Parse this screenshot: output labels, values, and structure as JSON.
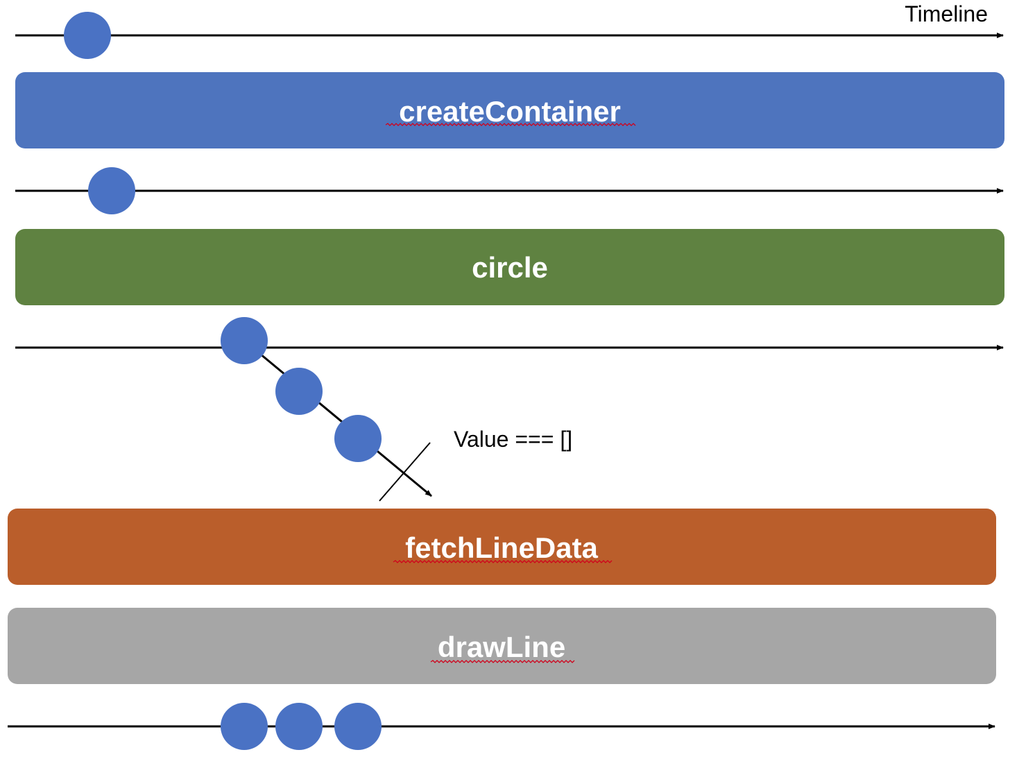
{
  "timeline_label": "Timeline",
  "value_annotation": "Value === []",
  "operators": [
    {
      "label": "createContainer",
      "color": "#4E74BE",
      "spellcheck_underline": true
    },
    {
      "label": "circle",
      "color": "#5F8241",
      "spellcheck_underline": false
    },
    {
      "label": "fetchLineData",
      "color": "#BA5E2B",
      "spellcheck_underline": true
    },
    {
      "label": "drawLine",
      "color": "#A6A6A6",
      "spellcheck_underline": true
    }
  ],
  "colors": {
    "marble": "#4A72C4",
    "line": "#000000",
    "squiggle": "#D0021B"
  }
}
